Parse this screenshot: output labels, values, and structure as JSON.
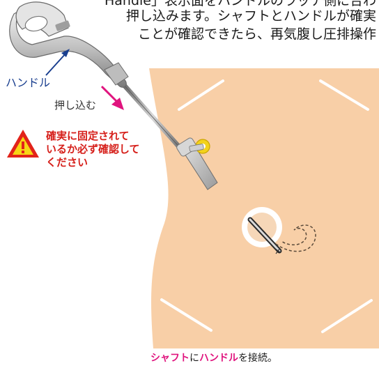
{
  "instructions": {
    "line1": "Handle」表示面をハンドルのラッチ側に合わ",
    "line2": "押し込みます。シャフトとハンドルが確実",
    "line3": "ことが確認できたら、再気腹し圧排操作"
  },
  "labels": {
    "handle": "ハンドル",
    "push": "押し込む"
  },
  "warning": {
    "line1": "確実に固定されて",
    "line2": "いるか必ず確認して",
    "line3": "ください",
    "icon": "warning-triangle-icon",
    "color": "#d6201b"
  },
  "caption": {
    "part1": "シャフト",
    "part2": "に",
    "part3": "ハンドル",
    "part4": "を接続。"
  },
  "colors": {
    "skin": "#f8cfa7",
    "accent_magenta": "#e0147e",
    "arrow_blue": "#1a3f8f",
    "port_yellow": "#f3d21c"
  }
}
